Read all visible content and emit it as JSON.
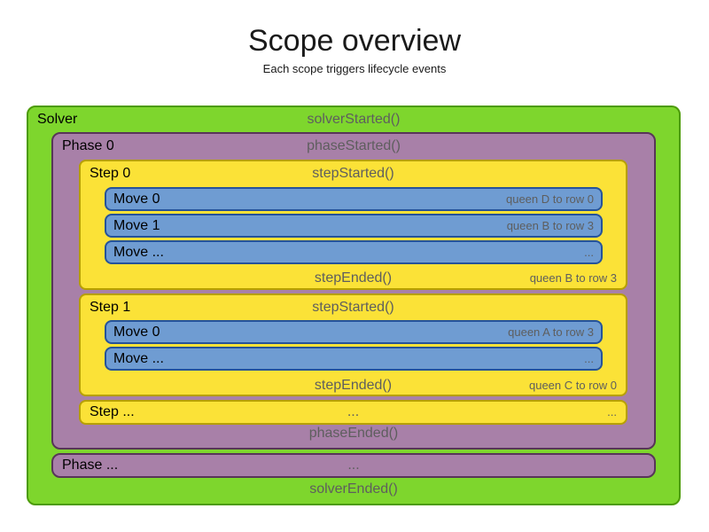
{
  "page": {
    "title": "Scope overview",
    "subtitle": "Each scope triggers lifecycle events"
  },
  "colors": {
    "solver_fill": "#7ED62D",
    "solver_border": "#4C9B07",
    "phase_fill": "#A880A8",
    "phase_border": "#583558",
    "step_fill": "#FBE237",
    "step_border": "#B7A000",
    "move_fill": "#6F9CD2",
    "move_border": "#25539A",
    "event_text": "#5E5E5E",
    "label_text": "#000000"
  },
  "solver": {
    "label": "Solver",
    "started_event": "solverStarted()",
    "ended_event": "solverEnded()",
    "phases": [
      {
        "label": "Phase 0",
        "started_event": "phaseStarted()",
        "ended_event": "phaseEnded()",
        "steps": [
          {
            "label": "Step 0",
            "started_event": "stepStarted()",
            "ended_event": "stepEnded()",
            "ended_note": "queen B to row 3",
            "moves": [
              {
                "label": "Move 0",
                "note": "queen D to row 0"
              },
              {
                "label": "Move 1",
                "note": "queen B to row 3"
              },
              {
                "label": "Move ...",
                "note": "..."
              }
            ]
          },
          {
            "label": "Step 1",
            "started_event": "stepStarted()",
            "ended_event": "stepEnded()",
            "ended_note": "queen C to row 0",
            "moves": [
              {
                "label": "Move 0",
                "note": "queen A to row 3"
              },
              {
                "label": "Move ...",
                "note": "..."
              }
            ]
          }
        ],
        "more_steps": {
          "label": "Step ...",
          "center": "...",
          "right": "..."
        }
      }
    ],
    "more_phases": {
      "label": "Phase ...",
      "center": "..."
    }
  }
}
